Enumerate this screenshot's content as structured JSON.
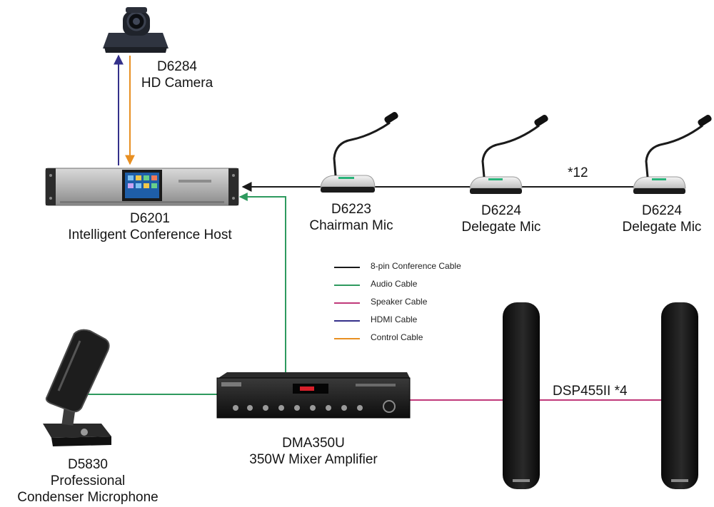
{
  "devices": {
    "camera": {
      "model": "D6284",
      "name": "HD Camera"
    },
    "host": {
      "model": "D6201",
      "name": "Intelligent Conference Host"
    },
    "chairman_mic": {
      "model": "D6223",
      "name": "Chairman Mic"
    },
    "delegate_mic_1": {
      "model": "D6224",
      "name": "Delegate Mic"
    },
    "delegate_mic_2": {
      "model": "D6224",
      "name": "Delegate Mic"
    },
    "amplifier": {
      "model": "DMA350U",
      "name": "350W Mixer Amplifier"
    },
    "condenser_mic": {
      "model": "D5830",
      "name_line1": "Professional",
      "name_line2": "Condenser Microphone"
    },
    "speakers": {
      "label": "DSP455II *4"
    }
  },
  "delegate_count_label": "*12",
  "legend": [
    {
      "label": "8-pin Conference Cable",
      "color": "#1a1a1a"
    },
    {
      "label": "Audio Cable",
      "color": "#2e9a5e"
    },
    {
      "label": "Speaker Cable",
      "color": "#c0397a"
    },
    {
      "label": "HDMI Cable",
      "color": "#34308a"
    },
    {
      "label": "Control Cable",
      "color": "#e88f22"
    }
  ]
}
